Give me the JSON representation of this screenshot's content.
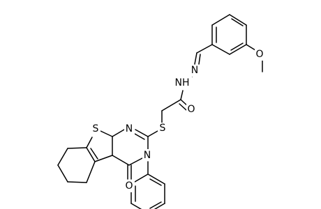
{
  "diagram": {
    "type": "chemical-structure",
    "atom_labels": {
      "ome_o": "O",
      "n_imine": "N",
      "n_nh": "NH",
      "o_amide": "O",
      "s_thioether": "S",
      "s_thiophene": "S",
      "n_pyrimidine": "N",
      "n_phenyl": "N",
      "o_ketone": "O"
    }
  }
}
